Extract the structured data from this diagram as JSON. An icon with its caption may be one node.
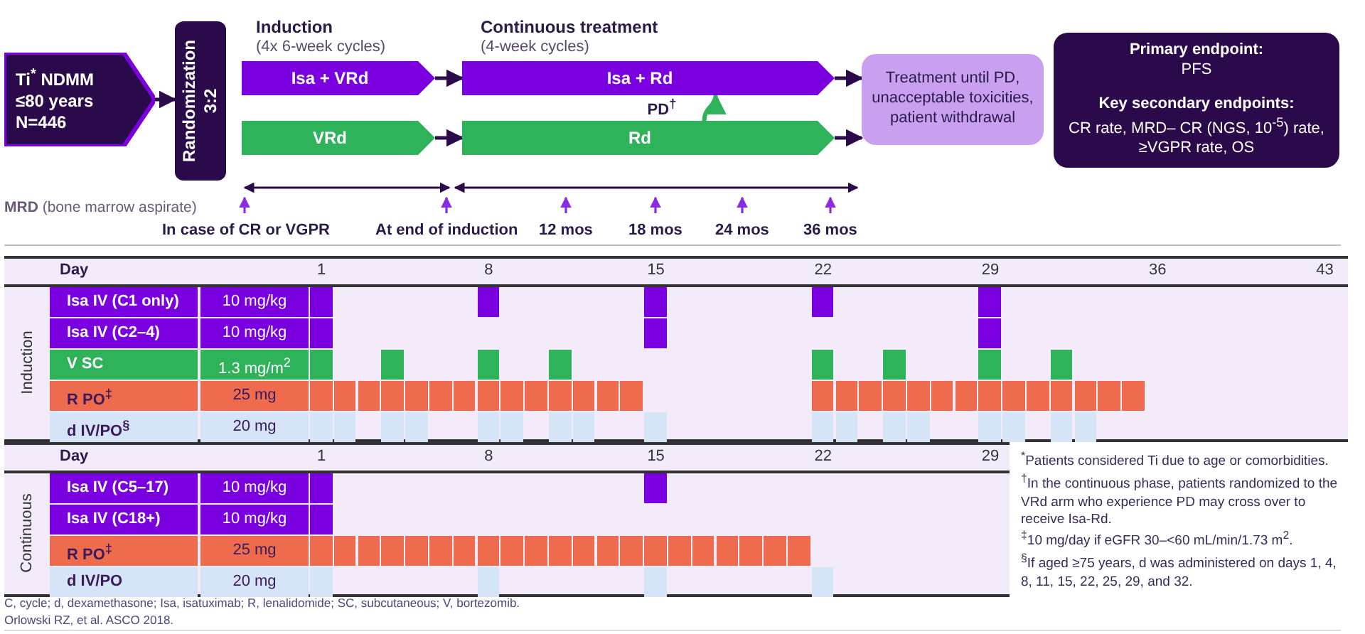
{
  "diagram": {
    "nodes": [
      {
        "text": [
          "Ti$^{*}$ NDMM ≤80 years N=446"
        ]
      },
      {
        "text": [
          "Randomization 3:2"
        ]
      },
      {
        "text": [
          "Isa + VRd"
        ]
      },
      {
        "text": [
          "VRd"
        ]
      },
      {
        "text": [
          "Isa + Rd"
        ]
      },
      {
        "text": [
          "Rd"
        ]
      },
      {
        "text": [
          "Treatment until PD, unacceptable toxicities, patient withdrawal"
        ]
      },
      {
        "text": [
          "Primary endpoint:",
          "PFS",
          "Key secondary endpoints:",
          "CR rate, MRD– CR (NGS, 10$^{-5}$) rate, ≥VGPR rate, OS"
        ]
      }
    ],
    "edges": [
      {
        "from": 0,
        "to": 1,
        "arrow": "to"
      },
      {
        "from": 2,
        "to": 4,
        "arrow": "to"
      },
      {
        "from": 3,
        "to": 5,
        "arrow": "to"
      },
      {
        "from": 4,
        "to": 6,
        "arrow": "to"
      },
      {
        "from": 5,
        "to": 6,
        "arrow": "to"
      },
      {
        "from": 5,
        "to": 4,
        "arrow": "to",
        "label": "PD$^{†}$",
        "color": "#2eb35a"
      }
    ],
    "labels": [
      "Induction",
      "(4x 6-week cycles)",
      "Continuous treatment",
      "(4-week cycles)",
      "**MRD** (bone marrow aspirate)",
      "In case of CR or VGPR",
      "At end of induction",
      "12 mos",
      "18 mos",
      "24 mos",
      "36 mos",
      "Induction",
      "Day",
      "1",
      "8",
      "15",
      "22",
      "29",
      "36",
      "43",
      "Isa IV (C1 only)",
      "10 mg/kg",
      "Isa IV (C2–4)",
      "10 mg/kg",
      "V SC",
      "1.3 mg/m$^{2}$",
      "R PO$^{‡}$",
      "25 mg",
      "d IV/PO$^{§}$",
      "20 mg",
      "Continuous",
      "Day",
      "1",
      "8",
      "15",
      "22",
      "29",
      "Isa IV (C5–17)",
      "10 mg/kg",
      "Isa IV (C18+)",
      "10 mg/kg",
      "R PO$^{‡}$",
      "25 mg",
      "d IV/PO",
      "20 mg",
      "$^{*}$Patients considered Ti due to age or comorbidities.",
      "$^{†}$In the continuous phase, patients randomized to the VRd arm who experience PD may cross over to receive Isa-Rd.",
      "$^{‡}$10 mg/day if eGFR 30–<60 mL/min/1.73 m$^{2}$.",
      "$^{§}$If aged ≥75 years, d was administered on days 1, 4, 8, 11, 15, 22, 25, 29, and 32.",
      "C, cycle; d, dexamethasone; Isa, isatuximab; R, lenalidomide; SC, subcutaneous; V, bortezomib.",
      "Orlowski RZ, et al. ASCO 2018."
    ]
  }
}
